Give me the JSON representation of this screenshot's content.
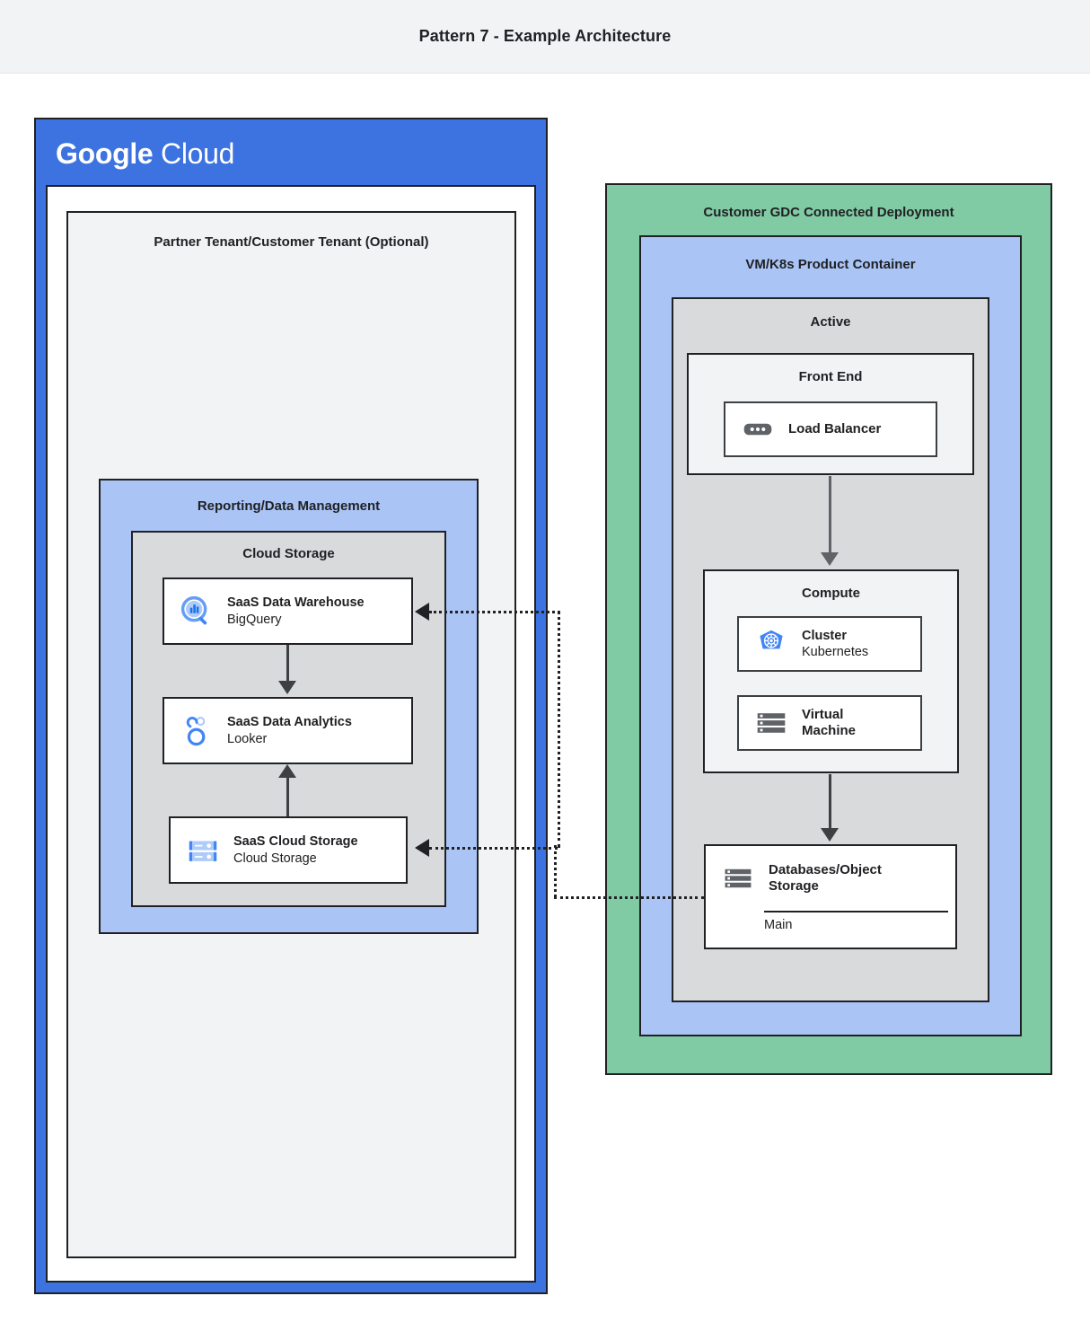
{
  "header": {
    "title": "Pattern 7 - Example Architecture"
  },
  "google_cloud": {
    "logo_bold": "Google",
    "logo_light": "Cloud",
    "tenant_label": "Partner Tenant/Customer Tenant (Optional)",
    "reporting_label": "Reporting/Data Management",
    "cloud_storage_label": "Cloud Storage",
    "services": [
      {
        "icon": "bigquery-icon",
        "title": "SaaS Data Warehouse",
        "subtitle": "BigQuery"
      },
      {
        "icon": "looker-icon",
        "title": "SaaS Data Analytics",
        "subtitle": "Looker"
      },
      {
        "icon": "cloud-storage-icon",
        "title": "SaaS Cloud Storage",
        "subtitle": "Cloud Storage"
      }
    ]
  },
  "gdc": {
    "deployment_label": "Customer GDC Connected Deployment",
    "container_label": "VM/K8s Product Container",
    "active_label": "Active",
    "frontend_label": "Front End",
    "compute_label": "Compute",
    "load_balancer": {
      "icon": "load-balancer-icon",
      "label": "Load Balancer"
    },
    "cluster": {
      "icon": "kubernetes-icon",
      "title": "Cluster",
      "subtitle": "Kubernetes"
    },
    "virtual_machine": {
      "icon": "virtual-machine-icon",
      "line1": "Virtual",
      "line2": "Machine"
    },
    "databases": {
      "icon": "database-storage-icon",
      "line1": "Databases/Object",
      "line2": "Storage",
      "footer": "Main"
    }
  },
  "colors": {
    "google_blue": "#3c73e0",
    "light_blue": "#aac4f5",
    "green": "#80cba4",
    "gray_panel": "#d9dadc",
    "light_panel": "#f1f3f4",
    "stroke": "#202124",
    "arrow_gray": "#5f6368"
  }
}
